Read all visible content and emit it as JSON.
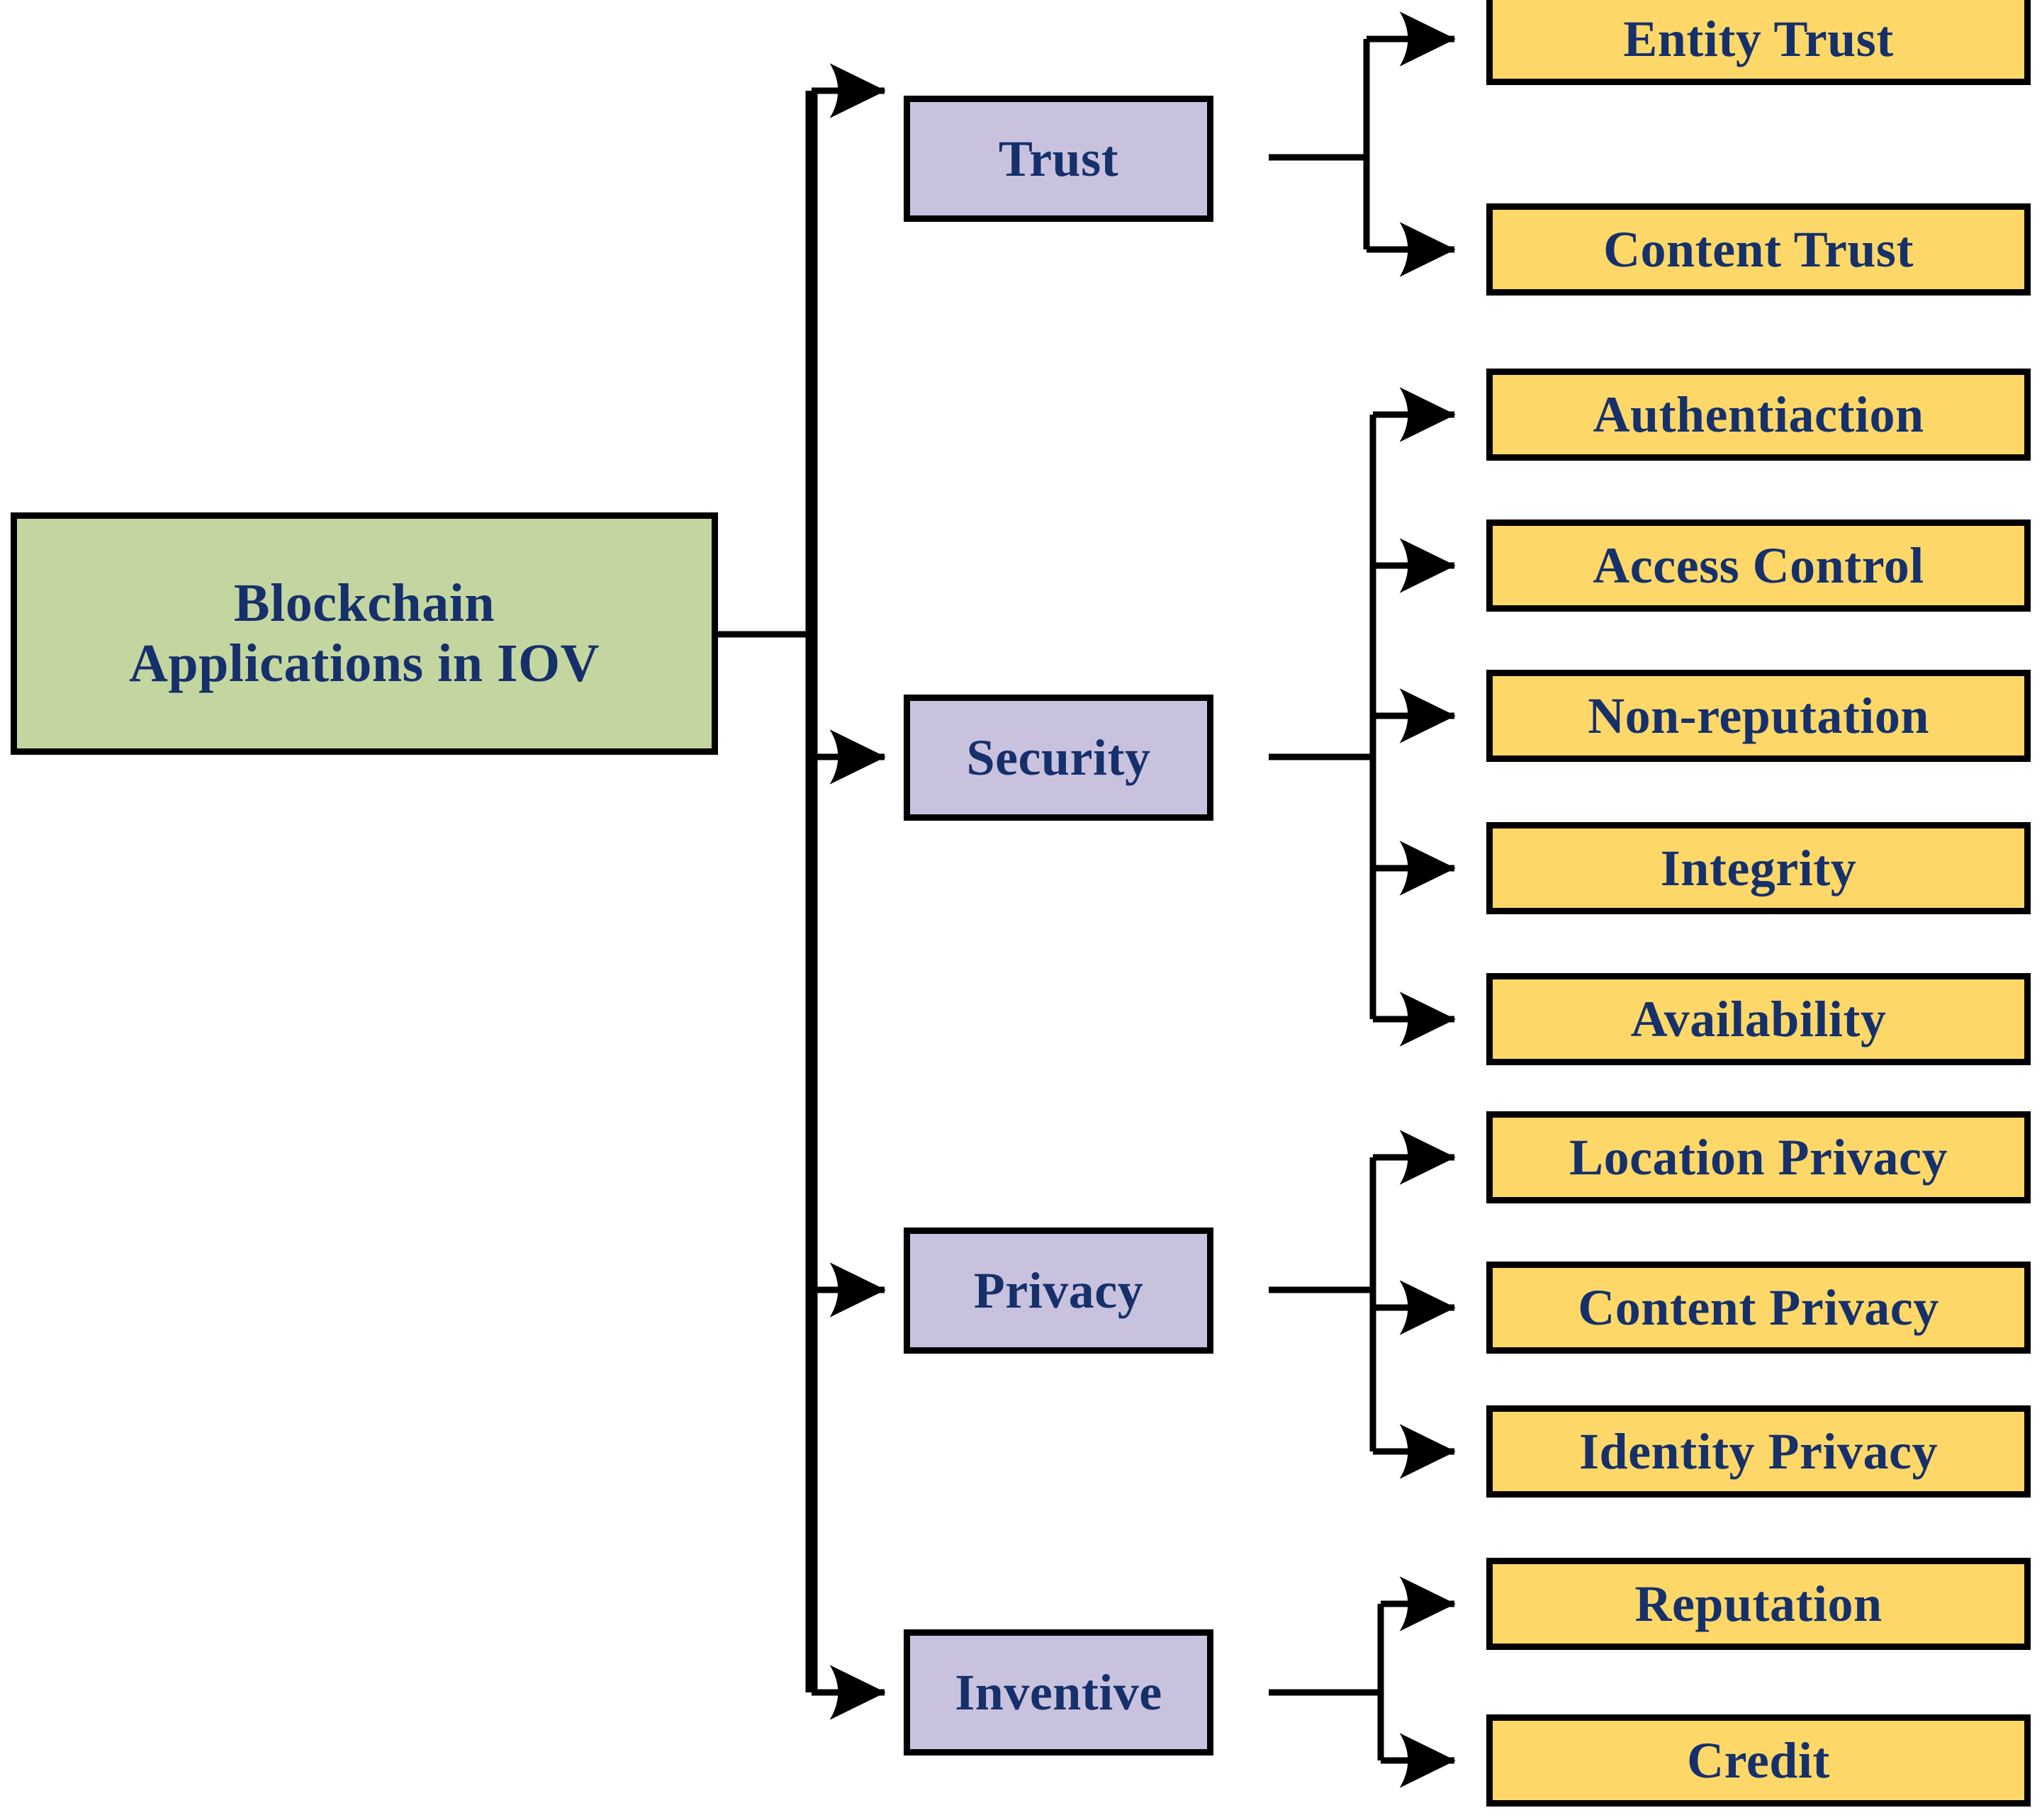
{
  "diagram": {
    "type": "tree",
    "title_node": "Blockchain Applications in IOV",
    "palette": {
      "root_fill": "#C4D6A0",
      "category_fill": "#C9C2DE",
      "leaf_fill": "#FDD868",
      "text": "#16306B",
      "stroke": "#000000",
      "background": "#FFFFFF"
    }
  },
  "root": {
    "label": "Blockchain\nApplications in IOV",
    "line1": "Blockchain",
    "line2": "Applications in IOV"
  },
  "categories": [
    {
      "id": "trust",
      "label": "Trust",
      "leaves": [
        {
          "id": "entity-trust",
          "label": "Entity Trust"
        },
        {
          "id": "content-trust",
          "label": "Content Trust"
        }
      ]
    },
    {
      "id": "security",
      "label": "Security",
      "leaves": [
        {
          "id": "authentiaction",
          "label": "Authentiaction"
        },
        {
          "id": "access-control",
          "label": "Access Control"
        },
        {
          "id": "non-reputation",
          "label": "Non-reputation"
        },
        {
          "id": "integrity",
          "label": "Integrity"
        },
        {
          "id": "availability",
          "label": "Availability"
        }
      ]
    },
    {
      "id": "privacy",
      "label": "Privacy",
      "leaves": [
        {
          "id": "location-privacy",
          "label": "Location Privacy"
        },
        {
          "id": "content-privacy",
          "label": "Content Privacy"
        },
        {
          "id": "identity-privacy",
          "label": "Identity Privacy"
        }
      ]
    },
    {
      "id": "inventive",
      "label": "Inventive",
      "leaves": [
        {
          "id": "reputation",
          "label": "Reputation"
        },
        {
          "id": "credit",
          "label": "Credit"
        }
      ]
    }
  ]
}
